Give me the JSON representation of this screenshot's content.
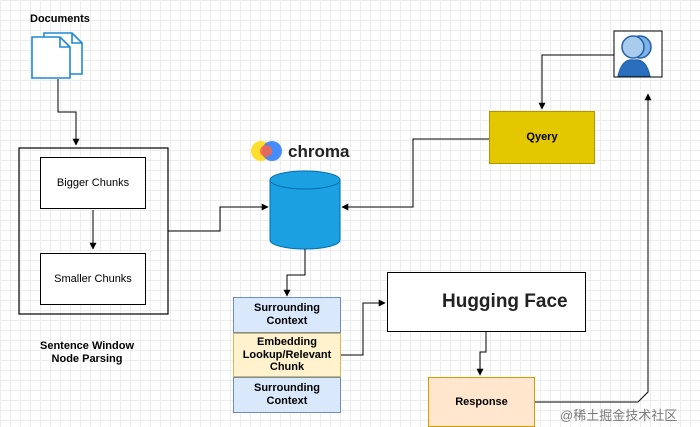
{
  "documents_label": "Documents",
  "outer_caption_line1": "Sentence Window",
  "outer_caption_line2": "Node Parsing",
  "bigger_chunks": "Bigger Chunks",
  "smaller_chunks": "Smaller Chunks",
  "chroma_label": "chroma",
  "surrounding_top_line1": "Surrounding",
  "surrounding_top_line2": "Context",
  "embedding_line1": "Embedding",
  "embedding_line2": "Lookup/Relevant",
  "embedding_line3": "Chunk",
  "surrounding_bottom_line1": "Surrounding",
  "surrounding_bottom_line2": "Context",
  "query_label": "Qyery",
  "hugging_face_label": "Hugging Face",
  "response_label": "Response",
  "watermark": "@稀土掘金技术社区",
  "colors": {
    "chroma_cylinder": "#1ba1e2",
    "query": "#e3c800",
    "response": "#ffe6cc",
    "context": "#dae8fc",
    "embedding": "#fff2cc"
  },
  "icons": [
    "documents-icon",
    "chroma-logo-icon",
    "user-icon",
    "hugging-face-emoji-icon"
  ]
}
